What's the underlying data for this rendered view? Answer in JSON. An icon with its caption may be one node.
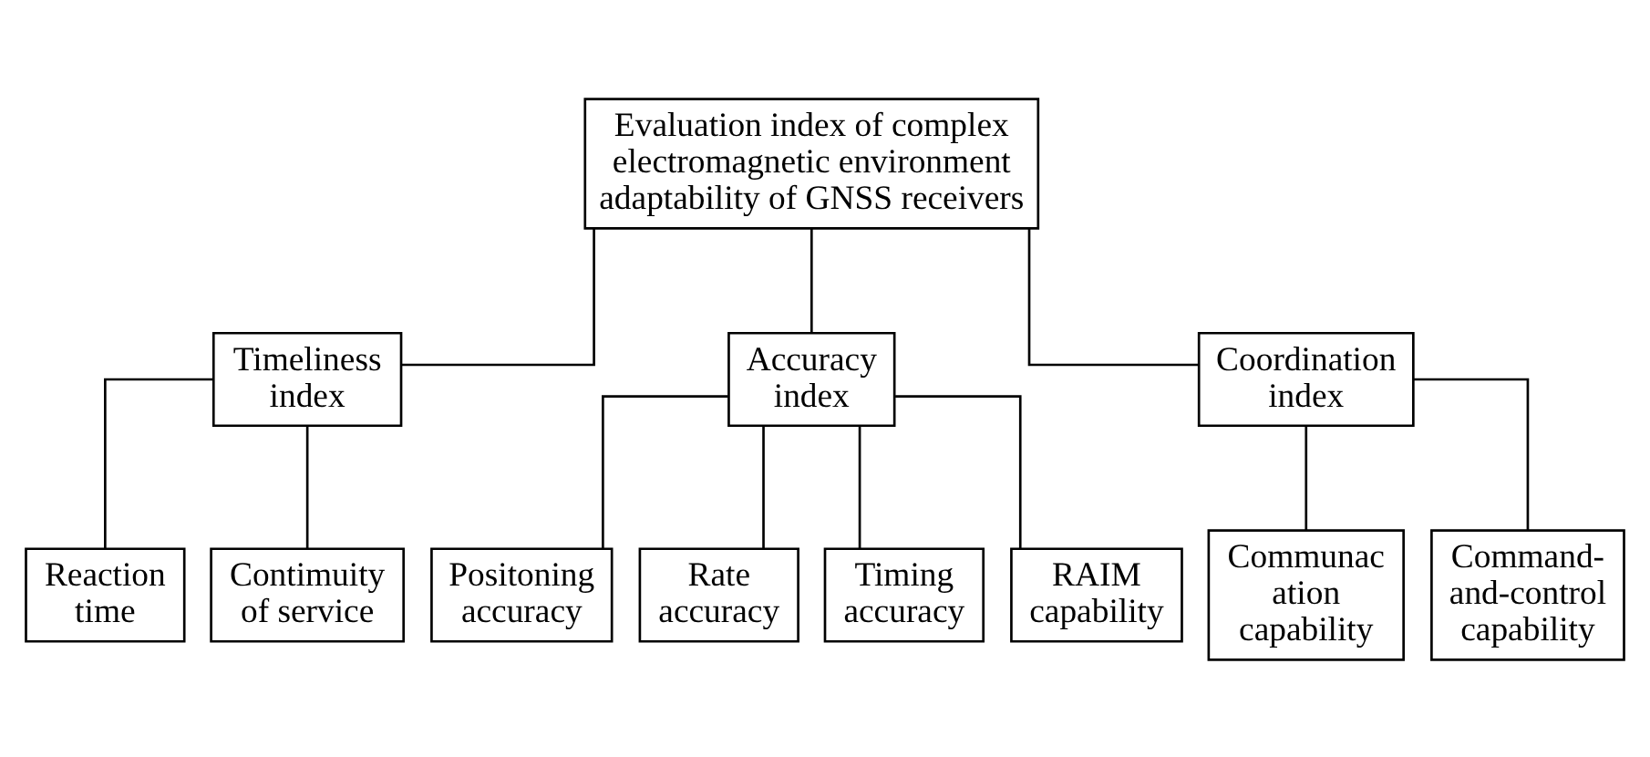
{
  "diagram": {
    "nodes": [
      {
        "text": [
          "Evaluation index of complex electromagnetic environment adaptability of GNSS receivers"
        ]
      },
      {
        "text": [
          "Timeliness index"
        ]
      },
      {
        "text": [
          "Accuracy index"
        ]
      },
      {
        "text": [
          "Coordination index"
        ]
      },
      {
        "text": [
          "Reaction time"
        ]
      },
      {
        "text": [
          "Contimuity of service"
        ]
      },
      {
        "text": [
          "Positoning accuracy"
        ]
      },
      {
        "text": [
          "Rate accuracy"
        ]
      },
      {
        "text": [
          "Timing accuracy"
        ]
      },
      {
        "text": [
          "RAIM capability"
        ]
      },
      {
        "text": [
          "Communac ation capability"
        ]
      },
      {
        "text": [
          "Command- and-control capability"
        ]
      }
    ],
    "edges": [
      {
        "from": 0,
        "to": 1,
        "arrow": "none"
      },
      {
        "from": 0,
        "to": 2,
        "arrow": "none"
      },
      {
        "from": 0,
        "to": 3,
        "arrow": "none"
      },
      {
        "from": 1,
        "to": 4,
        "arrow": "none"
      },
      {
        "from": 1,
        "to": 5,
        "arrow": "none"
      },
      {
        "from": 2,
        "to": 6,
        "arrow": "none"
      },
      {
        "from": 2,
        "to": 7,
        "arrow": "none"
      },
      {
        "from": 2,
        "to": 8,
        "arrow": "none"
      },
      {
        "from": 2,
        "to": 9,
        "arrow": "none"
      },
      {
        "from": 3,
        "to": 10,
        "arrow": "none"
      },
      {
        "from": 3,
        "to": 11,
        "arrow": "none"
      }
    ]
  }
}
